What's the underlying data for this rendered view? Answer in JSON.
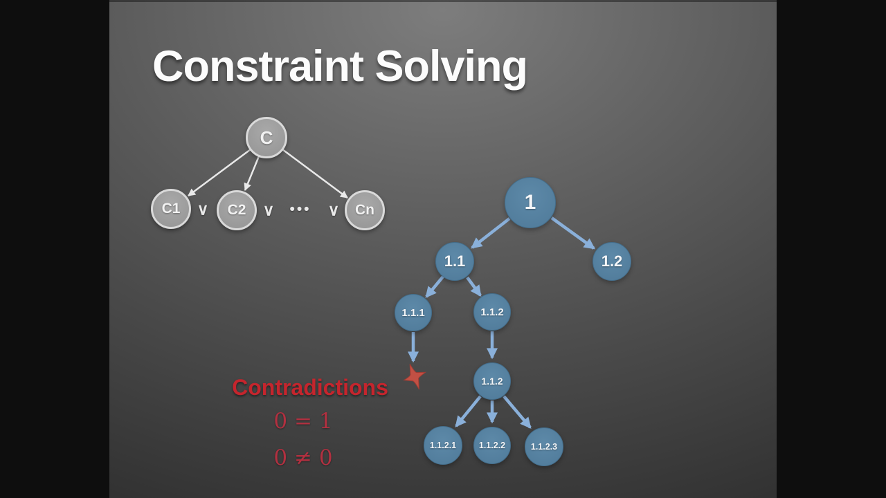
{
  "slide": {
    "title": "Constraint Solving",
    "clause_tree": {
      "root": "C",
      "child1": "C1",
      "child2": "C2",
      "childn": "Cn",
      "or": "∨",
      "dots": "•••"
    },
    "search_tree": {
      "n1": "1",
      "n11": "1.1",
      "n12": "1.2",
      "n111": "1.1.1",
      "n112": "1.1.2",
      "n112b": "1.1.2",
      "n1121": "1.1.2.1",
      "n1122": "1.1.2.2",
      "n1123": "1.1.2.3"
    },
    "contradictions": {
      "heading": "Contradictions",
      "eq1": "0 = 1",
      "eq2": "0 ≠ 0"
    }
  },
  "colors": {
    "background_black": "#0e0e0e",
    "slide_gradient_top": "#7d7d7d",
    "slide_gradient_bottom": "#272727",
    "gray_node_fill": "#949494",
    "gray_node_border": "#d9d9d9",
    "white_arrow": "#e9e9e9",
    "blue_node_fill": "#4f7a99",
    "blue_arrow": "#8ab0da",
    "red_heading": "#c5252d",
    "red_math": "#b23040",
    "star": "#c25044"
  }
}
